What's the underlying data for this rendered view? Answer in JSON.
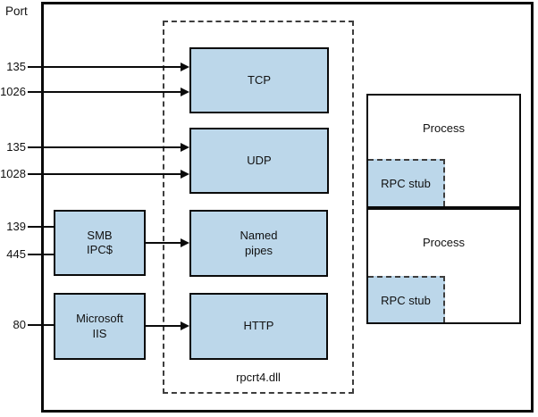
{
  "port_axis_label": "Port",
  "colors": {
    "box_fill": "#BCD7EA",
    "line": "#0a0a0a",
    "dashed_border": "#3d3d3d"
  },
  "ports": [
    {
      "number": "135"
    },
    {
      "number": "1026"
    },
    {
      "number": "135"
    },
    {
      "number": "1028"
    },
    {
      "number": "139"
    },
    {
      "number": "445"
    },
    {
      "number": "80"
    }
  ],
  "protocols": [
    {
      "label": "TCP"
    },
    {
      "label": "UDP"
    },
    {
      "label": "Named\npipes"
    },
    {
      "label": "HTTP"
    }
  ],
  "gateways": [
    {
      "label": "SMB\nIPC$"
    },
    {
      "label": "Microsoft\nIIS"
    }
  ],
  "runtime_label": "rpcrt4.dll",
  "processes": [
    {
      "label": "Process",
      "stub_label": "RPC stub"
    },
    {
      "label": "Process",
      "stub_label": "RPC stub"
    }
  ]
}
